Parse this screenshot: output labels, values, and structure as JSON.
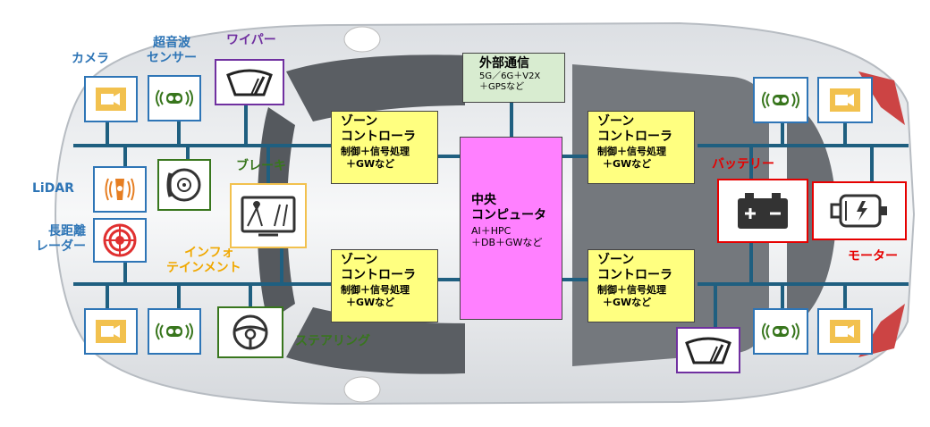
{
  "labels": {
    "camera": "カメラ",
    "ultrasonic_1": "超音波",
    "ultrasonic_2": "センサー",
    "wiper": "ワイパー",
    "lidar": "LiDAR",
    "radar_1": "長距離",
    "radar_2": "レーダー",
    "brake": "ブレーキ",
    "infotainment_1": "インフォ",
    "infotainment_2": "テインメント",
    "steering": "ステアリング",
    "battery": "バッテリー",
    "motor": "モーター"
  },
  "zone_controller": {
    "title_1": "ゾーン",
    "title_2": "コントローラ",
    "sub_1": "制御＋信号処理",
    "sub_2": "＋GWなど"
  },
  "central_computer": {
    "title_1": "中央",
    "title_2": "コンピュータ",
    "sub_1": "AI＋HPC",
    "sub_2": "＋DB＋GWなど"
  },
  "external_comm": {
    "title": "外部通信",
    "sub_1": "5G／6G＋V2X",
    "sub_2": "＋GPSなど"
  },
  "icons": [
    "camera-icon",
    "ultrasonic-sensor-icon",
    "wiper-icon",
    "lidar-icon",
    "radar-icon",
    "brake-disc-icon",
    "infotainment-icon",
    "steering-wheel-icon",
    "battery-icon",
    "motor-icon"
  ],
  "colors": {
    "network_line": "#1f5f80",
    "sensor_label": "#2e75b6",
    "actuator_label": "#38761d",
    "wiper_label": "#7030a0",
    "infotainment_label": "#f0a800",
    "power_label": "#e60000",
    "zone_controller_fill": "#ffff80",
    "central_computer_fill": "#ff80ff",
    "external_comm_fill": "#d8ecd0"
  }
}
